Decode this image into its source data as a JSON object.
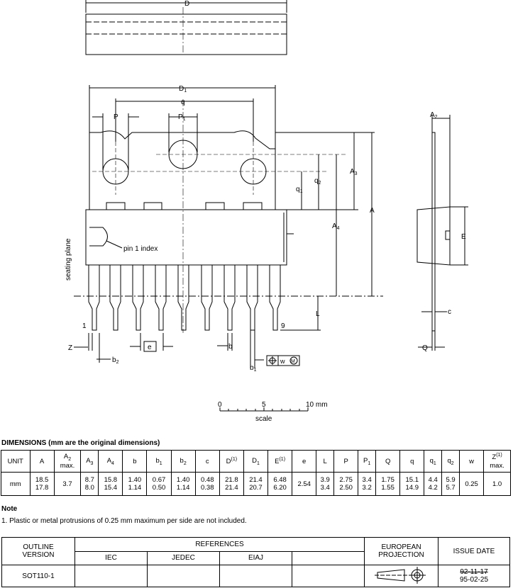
{
  "drawing_labels": {
    "D": "D",
    "D1": "D",
    "D1_sub": "1",
    "q": "q",
    "P": "P",
    "P1": "P",
    "P1_sub": "1",
    "A2": "A",
    "A2_sub": "2",
    "A3": "A",
    "A3_sub": "3",
    "A4": "A",
    "A4_sub": "4",
    "A": "A",
    "q1": "q",
    "q1_sub": "1",
    "q2": "q",
    "q2_sub": "2",
    "E": "E",
    "L": "L",
    "c": "c",
    "Q": "Q",
    "Z": "Z",
    "b2": "b",
    "b2_sub": "2",
    "e": "e",
    "b": "b",
    "b1": "b",
    "b1_sub": "1",
    "w": "w",
    "M": "M",
    "pin1": "1",
    "pin9": "9",
    "pin1_index": "pin 1 index",
    "seating_plane": "seating plane",
    "scale_0": "0",
    "scale_5": "5",
    "scale_10": "10 mm",
    "scale_label": "scale"
  },
  "dimensions": {
    "title": "DIMENSIONS (mm are the original dimensions)",
    "headers": [
      {
        "t": "UNIT"
      },
      {
        "t": "A"
      },
      {
        "t": "A",
        "s": "2",
        "x": "max."
      },
      {
        "t": "A",
        "s": "3"
      },
      {
        "t": "A",
        "s": "4"
      },
      {
        "t": "b"
      },
      {
        "t": "b",
        "s": "1"
      },
      {
        "t": "b",
        "s": "2"
      },
      {
        "t": "c"
      },
      {
        "t": "D",
        "p": "(1)"
      },
      {
        "t": "D",
        "s": "1"
      },
      {
        "t": "E",
        "p": "(1)"
      },
      {
        "t": "e"
      },
      {
        "t": "L"
      },
      {
        "t": "P"
      },
      {
        "t": "P",
        "s": "1"
      },
      {
        "t": "Q"
      },
      {
        "t": "q"
      },
      {
        "t": "q",
        "s": "1"
      },
      {
        "t": "q",
        "s": "2"
      },
      {
        "t": "w"
      },
      {
        "t": "Z",
        "p": "(1)",
        "x": "max."
      }
    ],
    "row": [
      [
        "mm"
      ],
      [
        "18.5",
        "17.8"
      ],
      [
        "3.7"
      ],
      [
        "8.7",
        "8.0"
      ],
      [
        "15.8",
        "15.4"
      ],
      [
        "1.40",
        "1.14"
      ],
      [
        "0.67",
        "0.50"
      ],
      [
        "1.40",
        "1.14"
      ],
      [
        "0.48",
        "0.38"
      ],
      [
        "21.8",
        "21.4"
      ],
      [
        "21.4",
        "20.7"
      ],
      [
        "6.48",
        "6.20"
      ],
      [
        "2.54"
      ],
      [
        "3.9",
        "3.4"
      ],
      [
        "2.75",
        "2.50"
      ],
      [
        "3.4",
        "3.2"
      ],
      [
        "1.75",
        "1.55"
      ],
      [
        "15.1",
        "14.9"
      ],
      [
        "4.4",
        "4.2"
      ],
      [
        "5.9",
        "5.7"
      ],
      [
        "0.25"
      ],
      [
        "1.0"
      ]
    ]
  },
  "note": {
    "title": "Note",
    "text": "1. Plastic or metal protrusions of 0.25 mm maximum per side are not included."
  },
  "outline": {
    "outline_version_l1": "OUTLINE",
    "outline_version_l2": "VERSION",
    "references": "REFERENCES",
    "iec": "IEC",
    "jedec": "JEDEC",
    "eiaj": "EIAJ",
    "euro_l1": "EUROPEAN",
    "euro_l2": "PROJECTION",
    "issue_date": "ISSUE DATE",
    "version": "SOT110-1",
    "date_old": "92-11-17",
    "date_new": "95-02-25"
  }
}
